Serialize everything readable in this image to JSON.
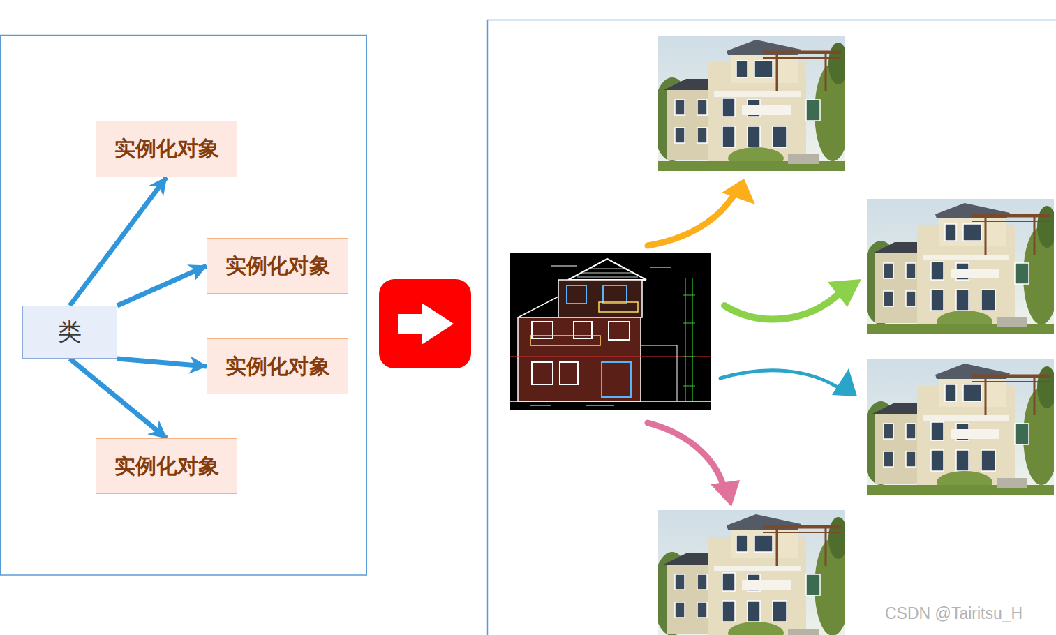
{
  "diagram": {
    "nodes": [
      {
        "text": [
          "类"
        ]
      },
      {
        "text": [
          "实例化对象"
        ]
      },
      {
        "text": [
          "实例化对象"
        ]
      },
      {
        "text": [
          "实例化对象"
        ]
      },
      {
        "text": [
          "实例化对象"
        ]
      }
    ],
    "edges": [
      {
        "from": 0,
        "to": 1,
        "arrow": "to"
      },
      {
        "from": 0,
        "to": 2,
        "arrow": "to"
      },
      {
        "from": 0,
        "to": 3,
        "arrow": "to"
      },
      {
        "from": 0,
        "to": 4,
        "arrow": "to"
      }
    ],
    "labels": [
      "CSDN @Tairitsu_H"
    ]
  }
}
